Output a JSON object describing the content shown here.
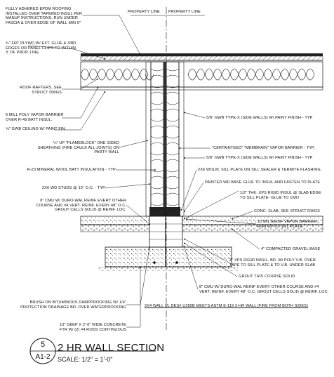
{
  "property_line": [
    "PROPERTY LINE",
    "PROPERTY LINE"
  ],
  "notes_left": [
    "FULLY ADHERED EPDM ROOFING\nINSTALLED OVER TAPERED INSUL PER\nMANUF INSTRUCTIONS. RUN UNDER\nFASCIA & OVER EDGE OF WALL MIN 6\"",
    "¾\" FRT PLYWD W/ EXT. GLUE & 3/8d\nEDGES OR PANEL CLIPS TO WITHIN\n3' OF PROP. LINE",
    "ROOF RAFTERS, SEE\nSTRUCT DWGS",
    "6 MILL POLY VAPOR BARRIER\nOVER R-49 BATT INSUL.",
    "⅝\" GWB CEILING W/ PAINT FIN",
    "¼\" UP \"FLAMEBLOCK\" ONE SIDED\nSHEATHING (FIRE CAULK ALL JOINTS) ON\nPARTY WALL",
    "R-23 MINERAL WOOL BATT INSULATION - TYP",
    "2x6 WD STUDS @ 16\" O.C. - TYP",
    "8\" CMU W/ DURO-WAL REINF EVERY OTHER\nCOURSE AND #4 VERT. REINF. EVERY 48\" O.C.\nGROUT CELLS SOLID @ REINF. LOC.",
    "BRUSH ON BITUMINOUS DAMPPROOFING W/ 1/4\"\nPROTECTION DRAINAGE BD. OVER WATERPROOFING",
    "10\" DEEP x 2'-0\" WIDE CONCRETE\nFTR W/ (2) #4 RODS CONTINUOUS"
  ],
  "notes_right": [
    "5/8\" GWB TYPE-X (SIDE WALLS) w/ PAINT FINISH - TYP",
    "\"CERTAINTEED\" \"MEMBRAIN\" VAPOR BARRIER - TYP.",
    "5/8\" GWB TYPE-X (SIDE WALLS) w/ PAINT FINISH - TYP",
    "2x6 WOLM. SILL PLATE ON SILL SEALER & TERMITE FLASHING",
    "PAINTED WD BASE GLUE TO INSUL AND FASTEN TO PLATE",
    "1/2\" THK. XPS RIGID INSUL @ SLAB EDGE\nTO SILL PLATE- GLUE TO CMU",
    "CONC. SLAB, SEE STRUCT DWGS",
    "10 MIL REINF VAPOR BARRIER,\nRUN UP TO SILL PLATE",
    "4\" COMPACTED GRAVEL BASE",
    "2\" XPS RIGID INSUL. BD. W/ POLY V.B. OVER.\nTAPE TO SILL PLATE & TO V.B. UNDER SLAB",
    "GROUT THIS COURSE SOLID",
    "8\" CMU W/ DURO-WAL REINF EVERY OTHER COURSE AND #4\nVERT. REINF. EVERY 48\" O.C. GROUT CELLS SOLID @ REINF. LOC.",
    "2x4 WALL UL DES# U350B MEETS ASTM E-119 2-HR WALL (FIRE FROM BOTH SIDES)"
  ],
  "title_block": {
    "detail_number": "5",
    "sheet": "A1-2",
    "title": "2 HR WALL SECTION",
    "scale": "SCALE: 1/2\" = 1'-0\""
  }
}
